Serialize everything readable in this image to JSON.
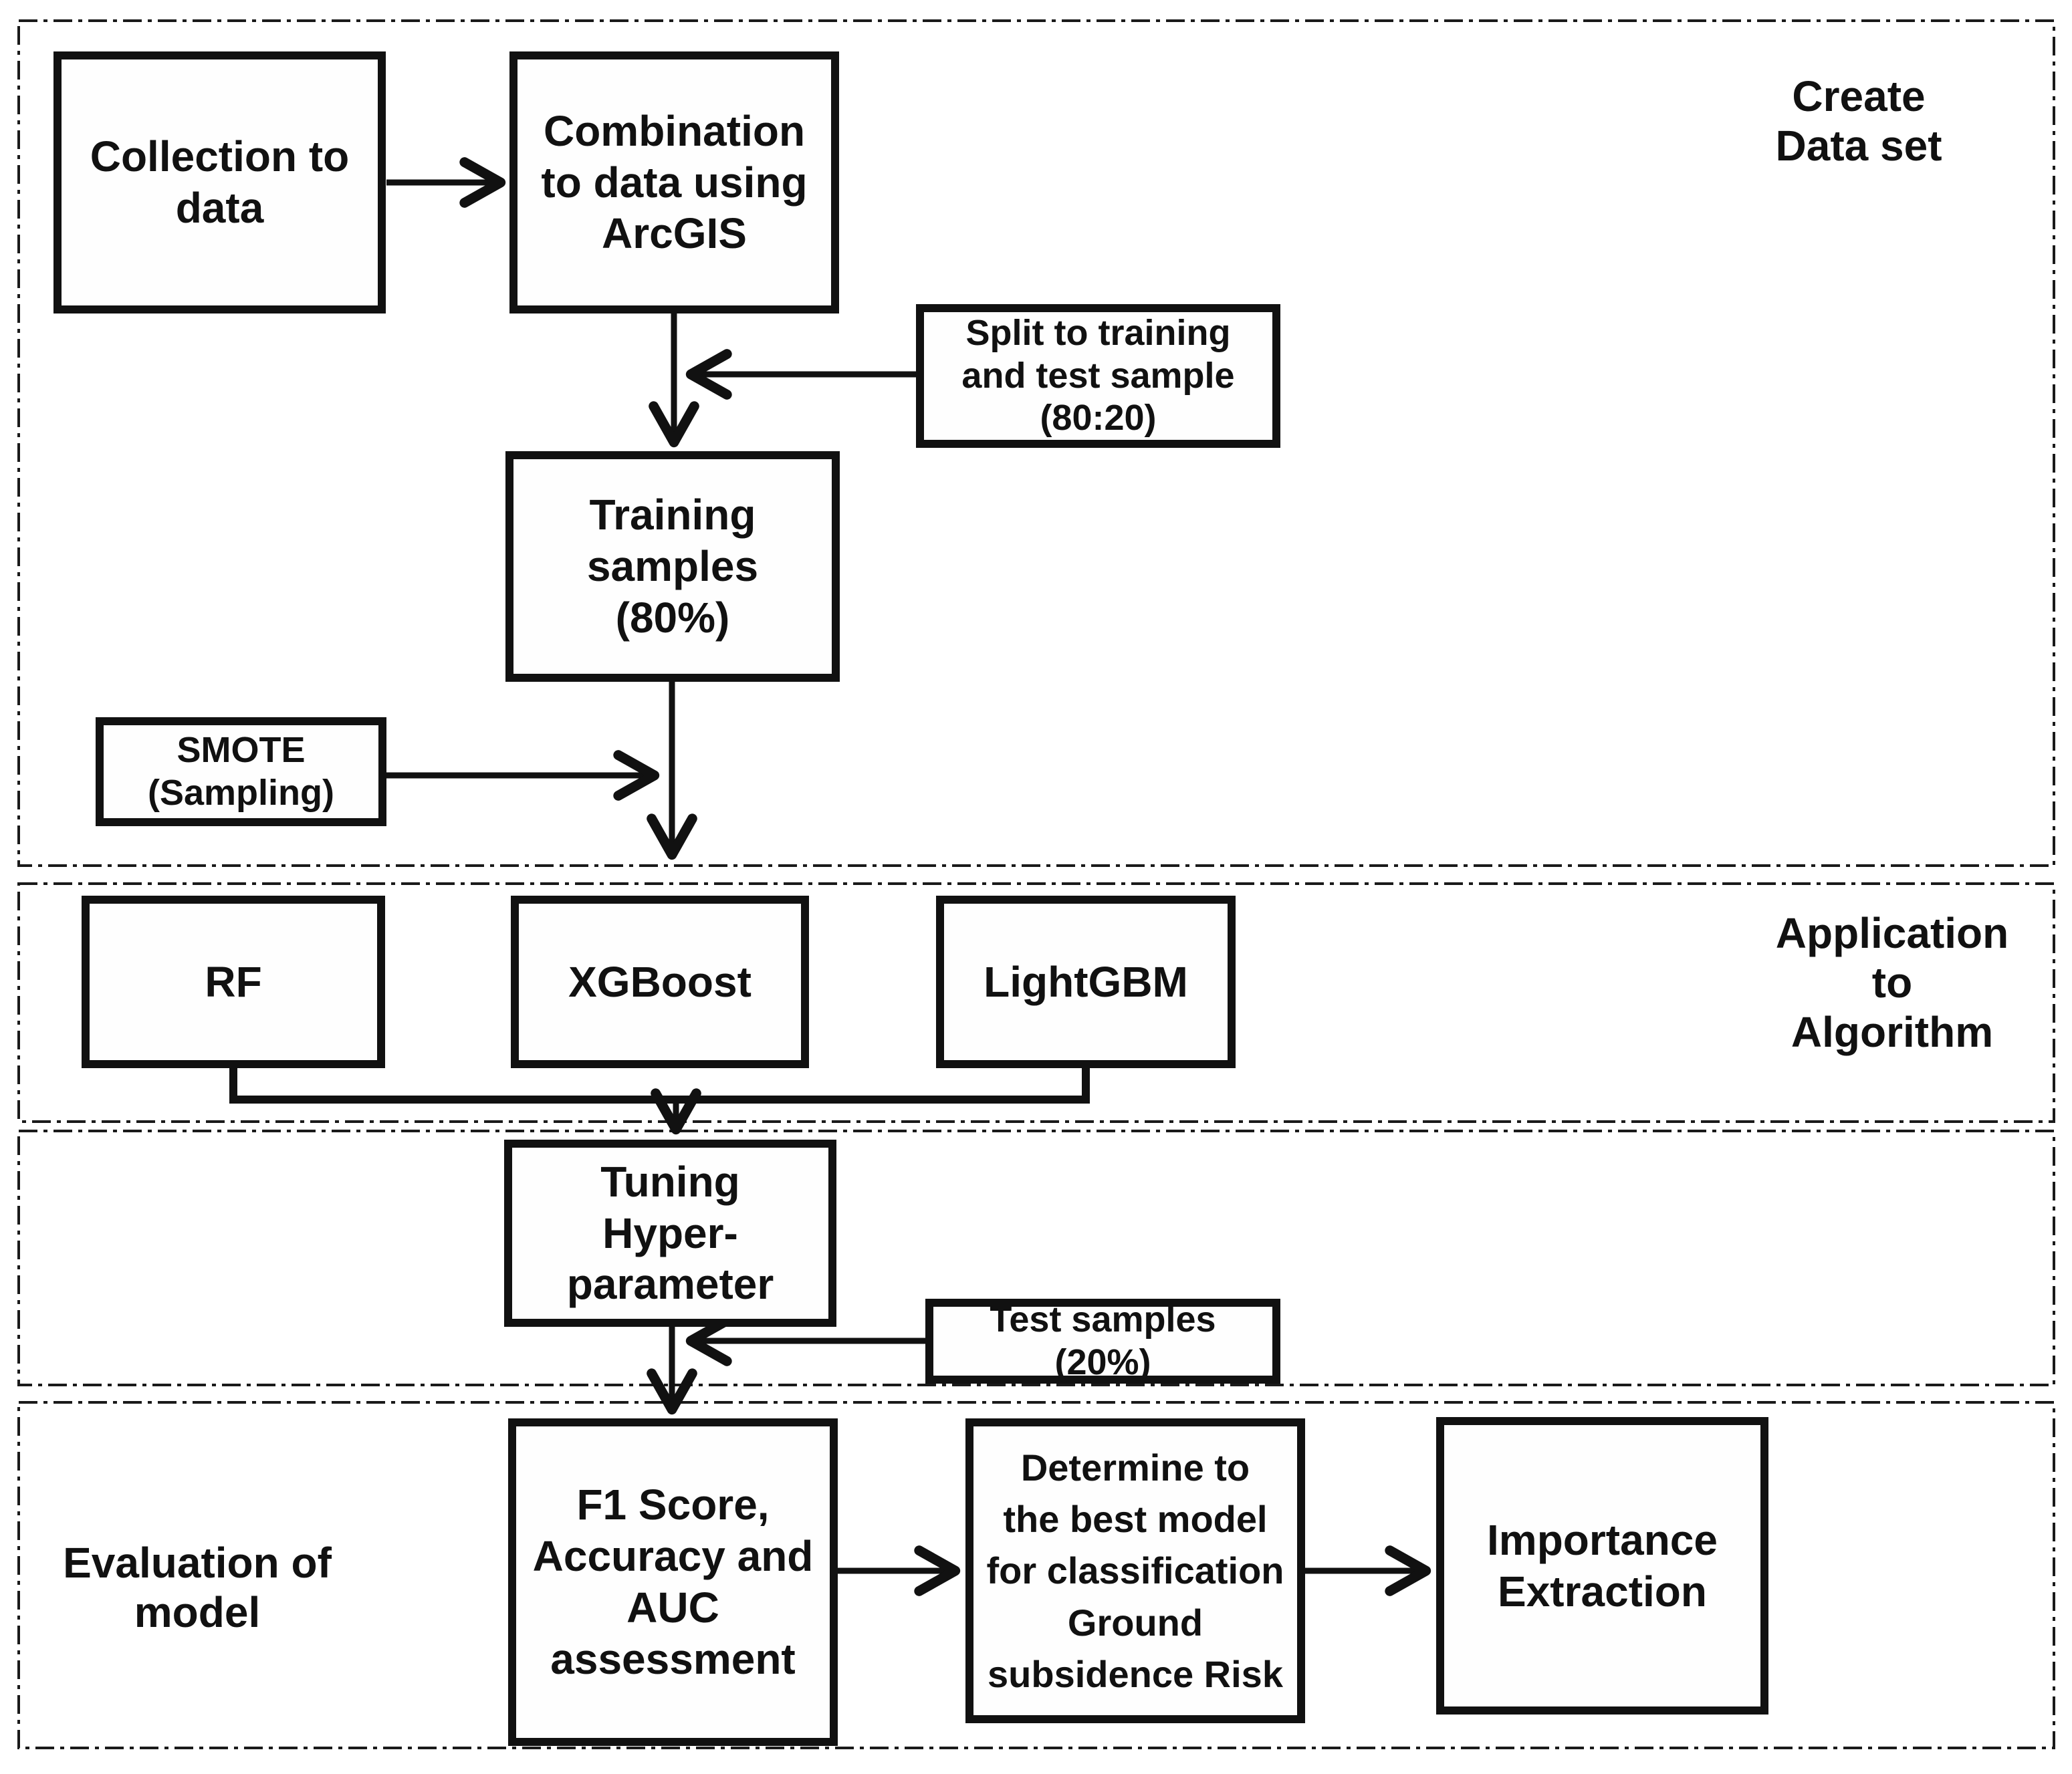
{
  "figure": {
    "title": "Ground subsidence risk modeling workflow flowchart",
    "colors": {
      "ink": "#111111",
      "background": "#ffffff",
      "section_border": "#1a1a1a"
    },
    "section_labels": {
      "create": "Create\nData set",
      "application": "Application\nto\nAlgorithm",
      "evaluation": "Evaluation of\nmodel"
    },
    "nodes": {
      "collection": {
        "label": "Collection to\ndata"
      },
      "combination": {
        "label": "Combination\nto data using\nArcGIS"
      },
      "split": {
        "label": "Split to training\nand test sample\n(80:20)"
      },
      "training": {
        "label": "Training\nsamples\n(80%)"
      },
      "smote": {
        "label": "SMOTE\n(Sampling)"
      },
      "rf": {
        "label": "RF"
      },
      "xgboost": {
        "label": "XGBoost"
      },
      "lightgbm": {
        "label": "LightGBM"
      },
      "tuning": {
        "label": "Tuning\nHyper-\nparameter"
      },
      "test": {
        "label": "Test samples\n(20%)"
      },
      "f1": {
        "label": "F1 Score,\nAccuracy and\nAUC\nassessment"
      },
      "determine": {
        "label": "Determine to\nthe best model\nfor classification\nGround\nsubsidence Risk"
      },
      "importance": {
        "label": "Importance\nExtraction"
      }
    }
  }
}
